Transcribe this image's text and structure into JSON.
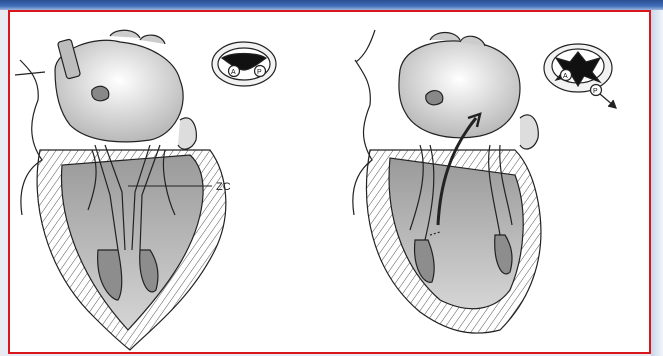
{
  "labels": {
    "zc": "ZC",
    "left_a": "A",
    "left_p": "P",
    "right_a": "A",
    "right_p": "P"
  },
  "colors": {
    "frame_border": "#d8161b",
    "top_bar": "#2a4f93",
    "line": "#222222"
  },
  "icons": {
    "left_inset": "valve-cross-section-closed",
    "right_inset": "valve-cross-section-open"
  }
}
